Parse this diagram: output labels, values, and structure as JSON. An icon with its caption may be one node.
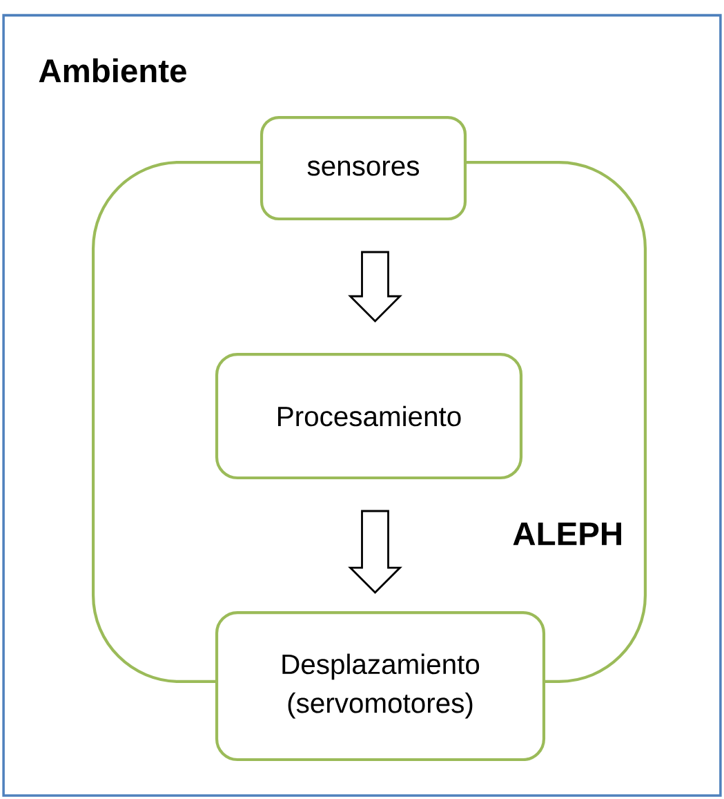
{
  "diagram": {
    "nodes": [
      {
        "text": [
          "Ambiente"
        ]
      },
      {
        "text": [
          "ALEPH"
        ],
        "in": 0
      },
      {
        "text": [
          "sensores"
        ],
        "in": 0
      },
      {
        "text": [
          "Procesamiento"
        ],
        "in": 1
      },
      {
        "text": [
          "Desplazamiento (servomotores)"
        ],
        "in": 0
      }
    ],
    "edges": [
      {
        "from": 2,
        "to": 3,
        "arrow": "to"
      },
      {
        "from": 3,
        "to": 4,
        "arrow": "to"
      }
    ]
  }
}
